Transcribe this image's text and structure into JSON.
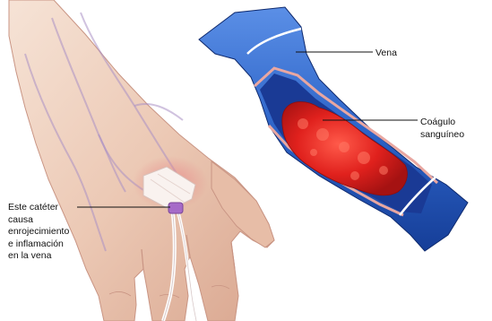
{
  "labels": {
    "vein": "Vena",
    "clot": "Coágulo\nsanguíneo",
    "catheter": "Este catéter\ncausa\nenrojecimiento\ne inflamación\nen la vena"
  },
  "colors": {
    "skin_light": "#f3d9c9",
    "skin_mid": "#e4b8a0",
    "skin_shadow": "#c98f7a",
    "vein_blue": "#2d64c8",
    "vein_dark": "#14307d",
    "clot_red": "#e0211d",
    "clot_dark": "#9b1010",
    "leader_line": "#111111"
  }
}
